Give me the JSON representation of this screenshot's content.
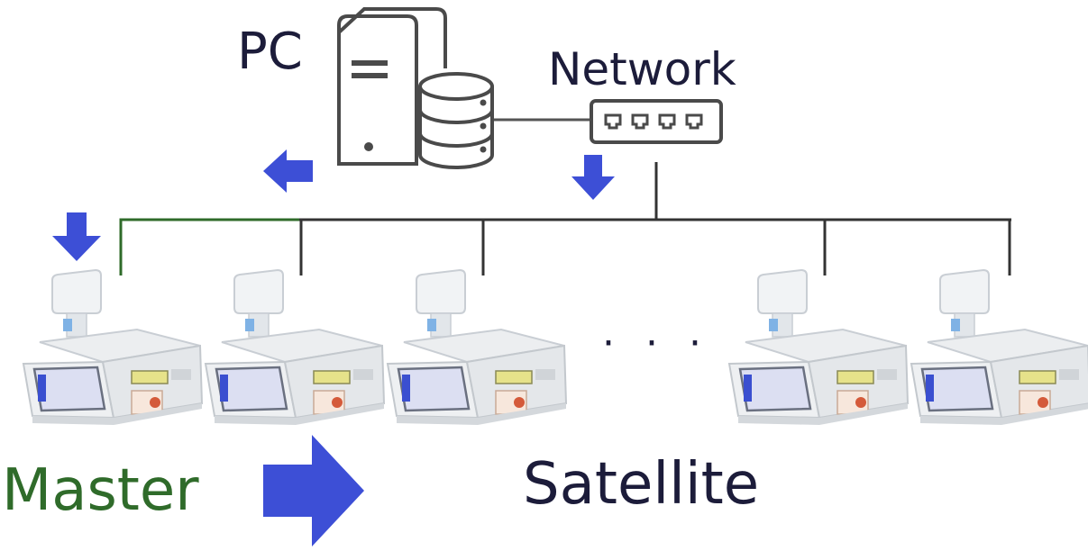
{
  "labels": {
    "pc": "PC",
    "network": "Network",
    "master": "Master",
    "satellite": "Satellite",
    "ellipsis": "· · ·"
  },
  "colors": {
    "master_green": "#2f6b2a",
    "arrow_blue": "#3d4fd6",
    "text_dark": "#1c1c3a",
    "line_dark": "#333333"
  },
  "icons": {
    "pc": "server-tower-icon",
    "database": "database-icon",
    "network": "network-switch-icon",
    "scale": "retail-scale-icon",
    "arrow": "arrow-icon"
  }
}
